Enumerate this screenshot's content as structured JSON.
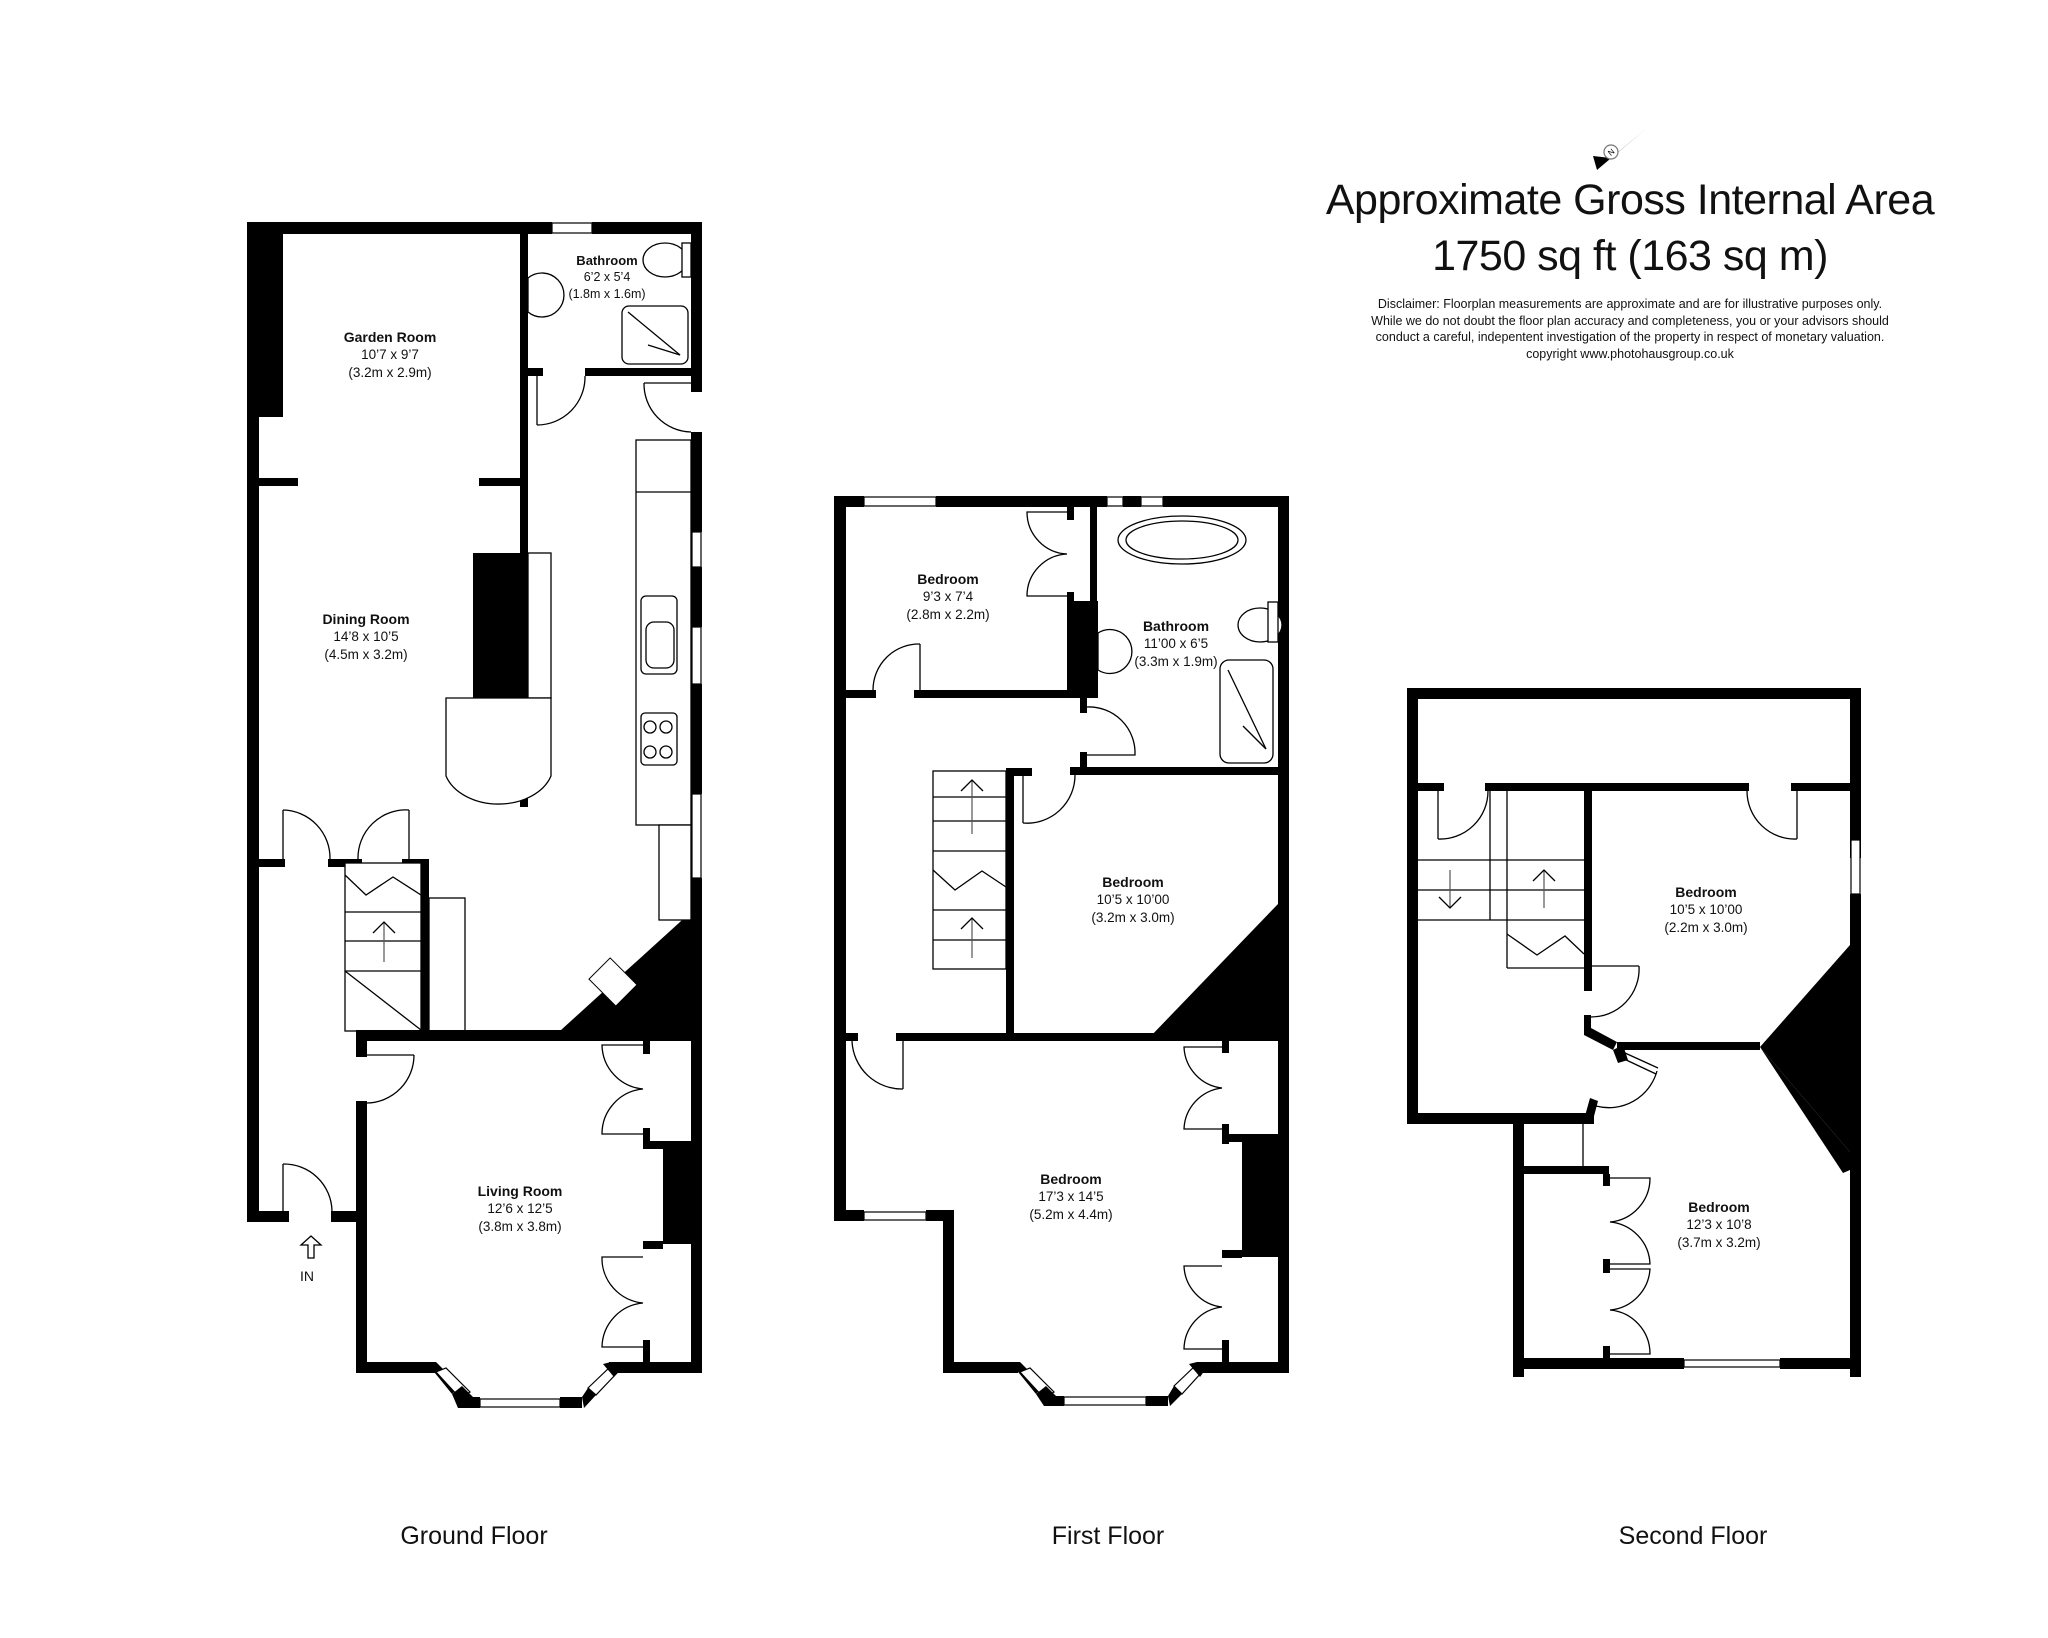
{
  "header": {
    "title": "Approximate Gross Internal Area",
    "area": "1750 sq ft (163 sq m)",
    "disclaimer": [
      "Disclaimer: Floorplan measurements are approximate and are for illustrative purposes only.",
      "While we do not doubt the floor plan accuracy and completeness, you or your advisors should",
      "conduct a careful, indepentent investigation of the property in respect of monetary valuation.",
      "copyright www.photohausgroup.co.uk"
    ],
    "compass_icon": "north-arrow-icon"
  },
  "floors": [
    {
      "label": "Ground Floor",
      "entrance_label": "IN",
      "rooms": [
        {
          "name": "Garden Room",
          "imperial": "10’7 x 9’7",
          "metric": "(3.2m x 2.9m)"
        },
        {
          "name": "Bathroom",
          "imperial": "6’2 x 5’4",
          "metric": "(1.8m x 1.6m)"
        },
        {
          "name": "Dining Room",
          "imperial": "14’8 x 10’5",
          "metric": "(4.5m x 3.2m)"
        },
        {
          "name": "Living Room",
          "imperial": "12’6 x 12’5",
          "metric": "(3.8m x 3.8m)"
        }
      ]
    },
    {
      "label": "First Floor",
      "rooms": [
        {
          "name": "Bedroom",
          "imperial": "9’3 x 7’4",
          "metric": "(2.8m x 2.2m)"
        },
        {
          "name": "Bathroom",
          "imperial": "11’00 x 6’5",
          "metric": "(3.3m x 1.9m)"
        },
        {
          "name": "Bedroom",
          "imperial": "10’5 x 10’00",
          "metric": "(3.2m x 3.0m)"
        },
        {
          "name": "Bedroom",
          "imperial": "17’3 x 14’5",
          "metric": "(5.2m x 4.4m)"
        }
      ]
    },
    {
      "label": "Second Floor",
      "rooms": [
        {
          "name": "Bedroom",
          "imperial": "10’5 x 10’00",
          "metric": "(2.2m x 3.0m)"
        },
        {
          "name": "Bedroom",
          "imperial": "12’3 x 10’8",
          "metric": "(3.7m x 3.2m)"
        }
      ]
    }
  ]
}
